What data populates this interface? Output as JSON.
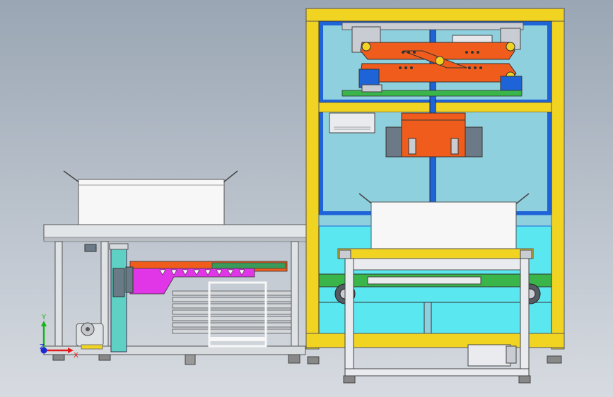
{
  "viewport": {
    "background_top": "#9aa6b4",
    "background_bottom": "#d7dbe1"
  },
  "triad": {
    "x_label": "X",
    "y_label": "Y",
    "z_label": "Z",
    "x_color": "#e31a1a",
    "y_color": "#17b31a",
    "z_color": "#1a2bd6"
  },
  "colors": {
    "frame_yellow": "#f1d322",
    "panel_blue": "#1f63d8",
    "inner_cyan": "#8fd0df",
    "lower_cyan": "#5be7ef",
    "arm_orange": "#f05c1c",
    "gripper_magenta": "#e036e8",
    "rail_green": "#39b54a",
    "steel_gray": "#c9cdd3",
    "box_white": "#f7f7f7",
    "pillar_teal": "#5ed0c4",
    "dark_gray": "#555b63"
  }
}
